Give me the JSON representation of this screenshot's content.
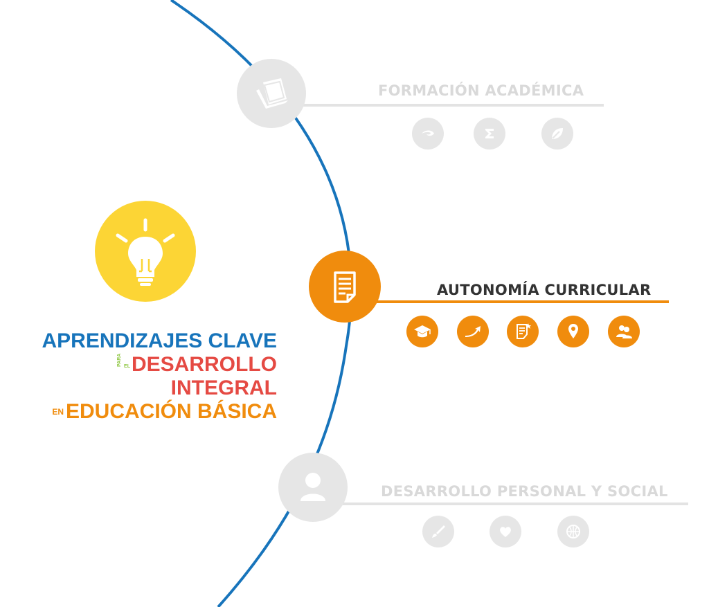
{
  "colors": {
    "arc": "#1774bb",
    "inactive": "#e6e6e6",
    "active": "#f08c0d",
    "bulb": "#fcd535"
  },
  "title": {
    "line1": "APRENDIZAJES CLAVE",
    "small_para": "PARA",
    "small_el": "EL",
    "line2": "DESARROLLO INTEGRAL",
    "small_en": "EN",
    "line3": "EDUCACIÓN BÁSICA"
  },
  "sections": {
    "formacion": {
      "label": "FORMACIÓN ACADÉMICA",
      "main_icon": "book-icon",
      "icons": [
        "language-icon",
        "sigma-icon",
        "leaf-icon"
      ],
      "active": false
    },
    "autonomia": {
      "label": "AUTONOMÍA CURRICULAR",
      "main_icon": "document-icon",
      "icons": [
        "graduation-cap-icon",
        "growth-arrow-icon",
        "document-star-icon",
        "location-pin-icon",
        "group-icon"
      ],
      "active": true
    },
    "desarrollo": {
      "label": "DESARROLLO PERSONAL Y SOCIAL",
      "main_icon": "person-icon",
      "icons": [
        "brush-icon",
        "heart-icon",
        "basketball-icon"
      ],
      "active": false
    }
  }
}
